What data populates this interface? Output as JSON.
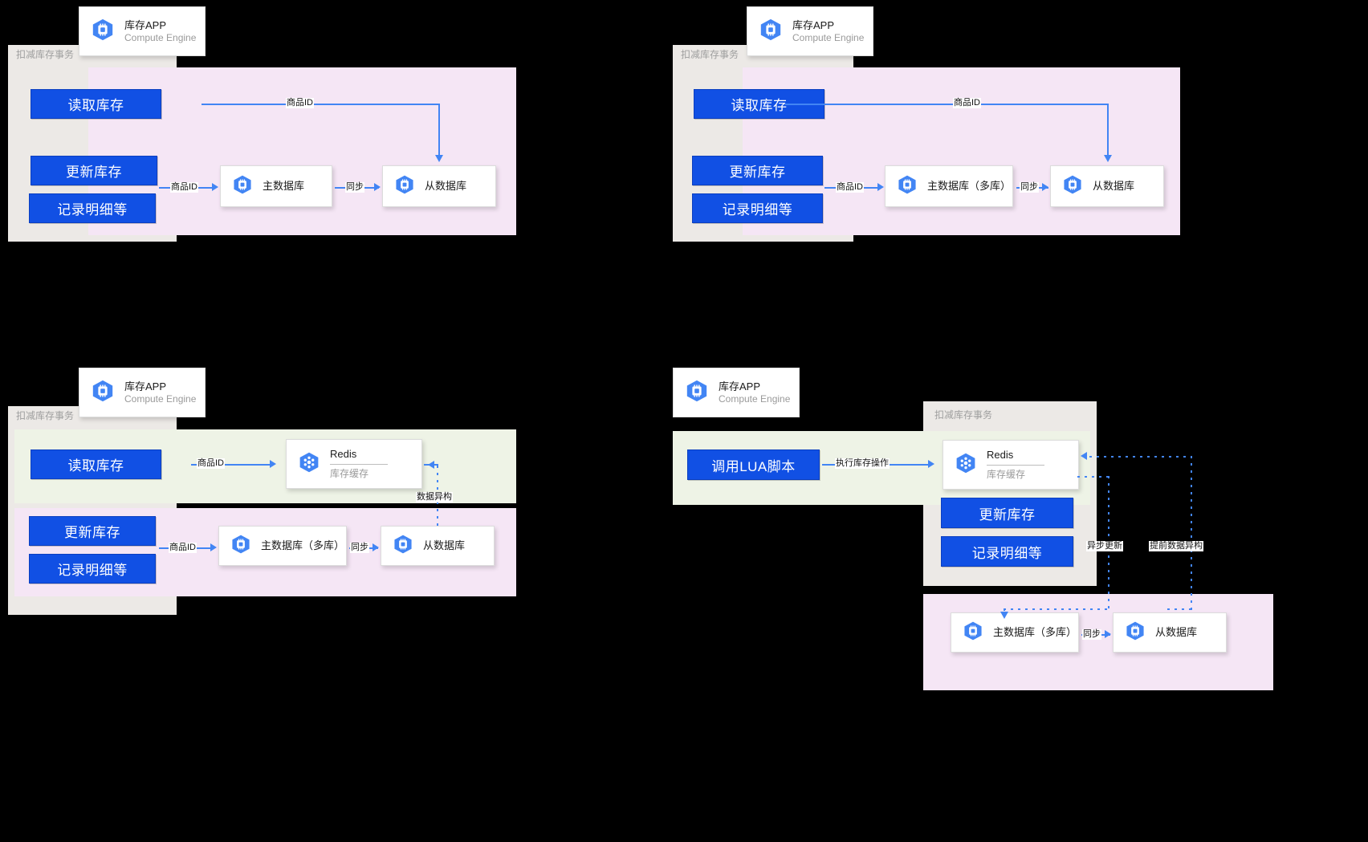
{
  "labels": {
    "txn_group": "扣减库存事务",
    "app_title": "库存APP",
    "app_sub": "Compute Engine",
    "read_stock": "读取库存",
    "update_stock": "更新库存",
    "record_detail": "记录明细等",
    "call_lua": "调用LUA脚本",
    "master_db": "主数据库",
    "master_db_multi": "主数据库（多库）",
    "slave_db": "从数据库",
    "redis": "Redis",
    "redis_sub": "库存缓存",
    "arrow_product_id": "商品ID",
    "arrow_sync": "同步",
    "arrow_data_hetero": "数据异构",
    "arrow_exec_stock_op": "执行库存操作",
    "arrow_async_update": "异步更新",
    "arrow_pre_hetero": "提前数据异构"
  },
  "colors": {
    "action_blue": "#1150e4",
    "connector_blue": "#4285f4",
    "icon_blue": "#4285f4",
    "zone_grey": "#ece9e6",
    "zone_pink": "#f5e6f5",
    "zone_green": "#eef3e6",
    "background": "#000000"
  },
  "icons": {
    "compute_engine": "compute-engine-icon",
    "database": "database-icon",
    "redis": "redis-icon"
  },
  "panels": [
    {
      "id": "panel-1",
      "name": "single-master-slave",
      "nodes": [
        "库存APP",
        "读取库存",
        "更新库存",
        "记录明细等",
        "主数据库",
        "从数据库"
      ],
      "edges": [
        {
          "from": "读取库存",
          "to": "从数据库",
          "label": "商品ID"
        },
        {
          "from": "更新库存",
          "to": "主数据库",
          "label": "商品ID"
        },
        {
          "from": "主数据库",
          "to": "从数据库",
          "label": "同步"
        }
      ]
    },
    {
      "id": "panel-2",
      "name": "sharded-master-slave",
      "nodes": [
        "库存APP",
        "读取库存",
        "更新库存",
        "记录明细等",
        "主数据库（多库）",
        "从数据库"
      ],
      "edges": [
        {
          "from": "读取库存",
          "to": "从数据库",
          "label": "商品ID"
        },
        {
          "from": "更新库存",
          "to": "主数据库（多库）",
          "label": "商品ID"
        },
        {
          "from": "主数据库（多库）",
          "to": "从数据库",
          "label": "同步"
        }
      ]
    },
    {
      "id": "panel-3",
      "name": "redis-cache-read",
      "nodes": [
        "库存APP",
        "读取库存",
        "Redis",
        "更新库存",
        "记录明细等",
        "主数据库（多库）",
        "从数据库"
      ],
      "edges": [
        {
          "from": "读取库存",
          "to": "Redis",
          "label": "商品ID"
        },
        {
          "from": "更新库存",
          "to": "主数据库（多库）",
          "label": "商品ID"
        },
        {
          "from": "主数据库（多库）",
          "to": "从数据库",
          "label": "同步"
        },
        {
          "from": "从数据库",
          "to": "Redis",
          "label": "数据异构",
          "style": "dotted"
        }
      ]
    },
    {
      "id": "panel-4",
      "name": "lua-script-redis-first",
      "nodes": [
        "库存APP",
        "调用LUA脚本",
        "Redis",
        "更新库存",
        "记录明细等",
        "主数据库（多库）",
        "从数据库"
      ],
      "edges": [
        {
          "from": "调用LUA脚本",
          "to": "Redis",
          "label": "执行库存操作"
        },
        {
          "from": "Redis",
          "to": "主数据库（多库）",
          "label": "异步更新",
          "style": "dotted"
        },
        {
          "from": "从数据库",
          "to": "Redis",
          "label": "提前数据异构",
          "style": "dotted"
        },
        {
          "from": "主数据库（多库）",
          "to": "从数据库",
          "label": "同步"
        }
      ]
    }
  ]
}
